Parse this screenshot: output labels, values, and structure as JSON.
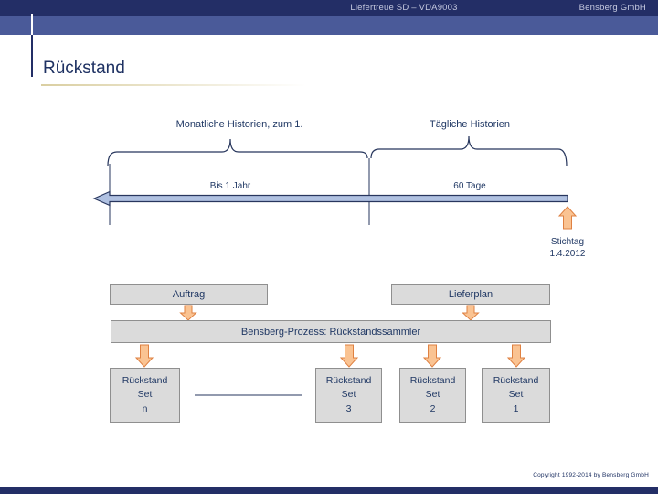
{
  "header": {
    "doc_title": "Liefertreue SD – VDA9003",
    "company": "Bensberg GmbH"
  },
  "slide": {
    "title": "Rückstand"
  },
  "timeline": {
    "left_label": "Monatliche Historien, zum 1.",
    "right_label": "Tägliche Historien",
    "left_duration": "Bis 1 Jahr",
    "right_duration": "60 Tage",
    "marker_line1": "Stichtag",
    "marker_line2": "1.4.2012"
  },
  "process": {
    "source_left": "Auftrag",
    "source_right": "Lieferplan",
    "collector": "Bensberg-Prozess: Rückstandssammler",
    "sets": [
      {
        "line1": "Rückstand",
        "line2": "Set",
        "line3": "n"
      },
      {
        "line1": "Rückstand",
        "line2": "Set",
        "line3": "3"
      },
      {
        "line1": "Rückstand",
        "line2": "Set",
        "line3": "2"
      },
      {
        "line1": "Rückstand",
        "line2": "Set",
        "line3": "1"
      }
    ]
  },
  "footer": {
    "copyright": "Copyright 1992-2014 by Bensberg GmbH"
  },
  "colors": {
    "navy_bar": "#232e66",
    "slate_bar": "#4a5a99",
    "text_navy": "#203864",
    "box_fill": "#dbdbdb",
    "box_border": "#8f8f8f",
    "timeline_fill": "#b0c1e1",
    "timeline_stroke": "#28365e",
    "arrow_fill": "#fac392",
    "arrow_stroke": "#df8142"
  }
}
